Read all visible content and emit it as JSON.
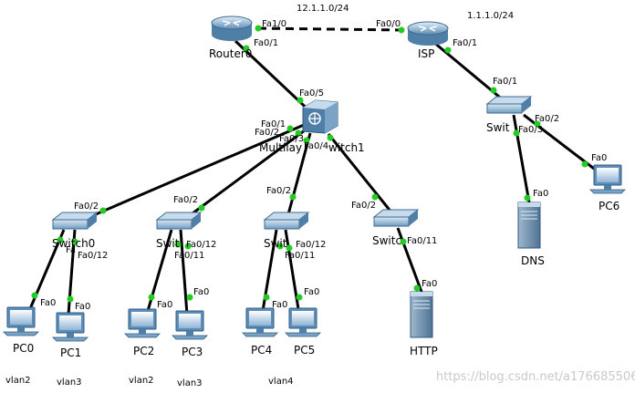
{
  "networks": {
    "router_isp": "12.1.1.0/24",
    "isp_side": "1.1.1.0/24"
  },
  "devices": {
    "router0": "Router0",
    "isp": "ISP",
    "multilayer": "Multilay",
    "multilayer_tail": "witch1",
    "switch0": "Switch0",
    "switch_a": "Swit",
    "switch_b": "Swit",
    "switch_c": "Switc",
    "switch_d": "Swit",
    "pc0": "PC0",
    "pc1": "PC1",
    "pc2": "PC2",
    "pc3": "PC3",
    "pc4": "PC4",
    "pc5": "PC5",
    "pc6": "PC6",
    "dns": "DNS",
    "http": "HTTP"
  },
  "ports": {
    "r0_fa1_0": "Fa1/0",
    "r0_fa0_1": "Fa0/1",
    "isp_fa0_0": "Fa0/0",
    "isp_fa0_1": "Fa0/1",
    "ml_fa0_5": "Fa0/5",
    "ml_fa0_1": "Fa0/1",
    "ml_fa0_2": "Fa0/2",
    "ml_fa0_3": "Fa0/3",
    "ml_fa0_4": "Fa0/4",
    "s0_fa0_2": "Fa0/2",
    "s0_fa0_12": "Fa0/12",
    "s0_fa_partial": "Fa",
    "sa_fa0_2": "Fa0/2",
    "sa_fa0_12": "Fa0/12",
    "sa_fa0_11": "Fa0/11",
    "sb_fa0_2": "Fa0/2",
    "sb_fa0_12": "Fa0/12",
    "sb_fa0_11": "Fa0/11",
    "sc_fa0_2": "Fa0/2",
    "sc_fa0_11": "Fa0/11",
    "sd_fa0_1": "Fa0/1",
    "sd_fa0_2": "Fa0/2",
    "sd_fa0_3": "Fa0/3",
    "pc0_fa0": "Fa0",
    "pc1_fa0": "Fa0",
    "pc2_fa0": "Fa0",
    "pc3_fa0": "Fa0",
    "pc4_fa0": "Fa0",
    "pc5_fa0": "Fa0",
    "pc6_fa0": "Fa0",
    "dns_fa0": "Fa0",
    "http_fa0": "Fa0"
  },
  "vlans": {
    "pc0": "vlan2",
    "pc1": "vlan3",
    "pc2": "vlan2",
    "pc3": "vlan3",
    "pc5": "vlan4"
  },
  "watermark": "https://blog.csdn.net/a1766855068",
  "colors": {
    "link": "#000000",
    "port_dot": "#22cc22",
    "device_blue": "#5b8fb9",
    "device_light": "#c6dbec"
  }
}
